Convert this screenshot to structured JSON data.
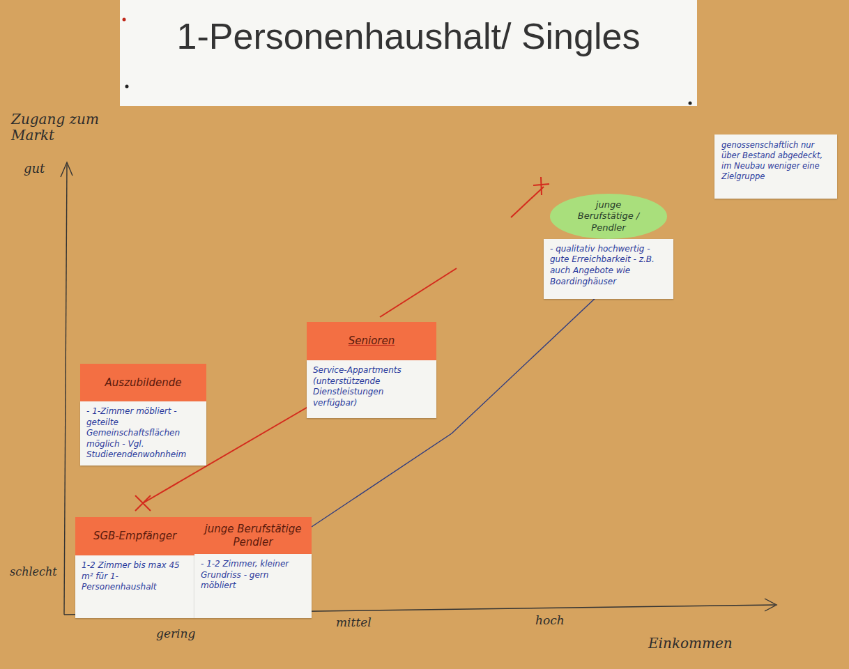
{
  "diagram": {
    "title": "1-Personenhaushalt/ Singles",
    "nodes": [
      {
        "text": [
          "genossenschaftlich nur über Bestand abgedeckt, im Neubau weniger eine Zielgruppe"
        ]
      },
      {
        "text": [
          "junge Berufstätige / Pendler",
          "- qualitativ hochwertig - gute Erreichbarkeit - z.B. auch Angebote wie Boardinghäuser"
        ]
      },
      {
        "text": [
          "Senioren",
          "Service-Appartments (unterstützende Dienstleistungen verfügbar)"
        ]
      },
      {
        "text": [
          "Auszubildende",
          "- 1-Zimmer möbliert - geteilte Gemeinschaftsflächen möglich - Vgl. Studierendenwohnheim"
        ]
      },
      {
        "text": [
          "SGB-Empfänger",
          "1-2 Zimmer bis max 45 m² für 1-Personenhaushalt"
        ]
      },
      {
        "text": [
          "junge Berufstätige Pendler",
          "- 1-2 Zimmer, kleiner Grundriss - gern möbliert"
        ]
      }
    ],
    "edges": [
      {
        "from": 5,
        "to": 1,
        "arrow": "none"
      }
    ],
    "labels": [
      "Zugang zum Markt",
      "gut",
      "schlecht",
      "gering",
      "mittel",
      "hoch",
      "Einkommen"
    ]
  }
}
